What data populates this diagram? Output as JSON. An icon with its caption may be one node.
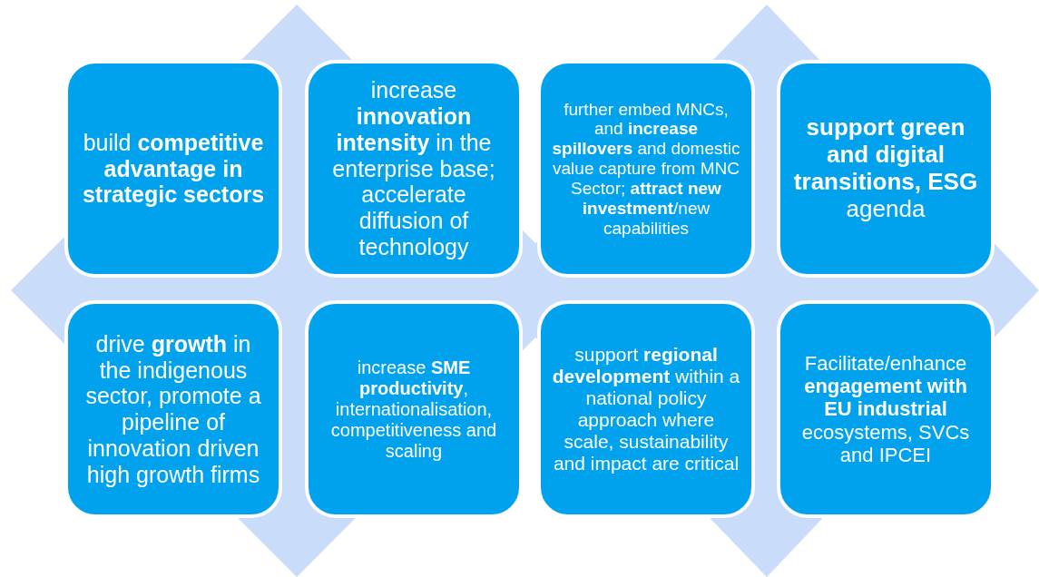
{
  "diagram": {
    "nodes": [
      {
        "text": [
          "build **competitive advantage in strategic sectors**"
        ]
      },
      {
        "text": [
          "increase **innovation intensity** in the enterprise base; accelerate diffusion of technology"
        ]
      },
      {
        "text": [
          "further embed MNCs, and **increase spillovers** and domestic value capture from MNC Sector; **attract new investment**/new capabilities"
        ]
      },
      {
        "text": [
          "**support green and digital transitions, ESG** agenda"
        ]
      },
      {
        "text": [
          "drive **growth** in the indigenous sector, promote a pipeline of innovation driven high growth firms"
        ]
      },
      {
        "text": [
          "increase **SME productivity**, internationalisation, competitiveness and scaling"
        ]
      },
      {
        "text": [
          "support **regional development** within a national policy approach where scale, sustainability and impact are critical"
        ]
      },
      {
        "text": [
          "Facilitate/enhance **engagement with EU industrial** ecosystems, SVCs and IPCEI"
        ]
      }
    ],
    "edges": []
  }
}
